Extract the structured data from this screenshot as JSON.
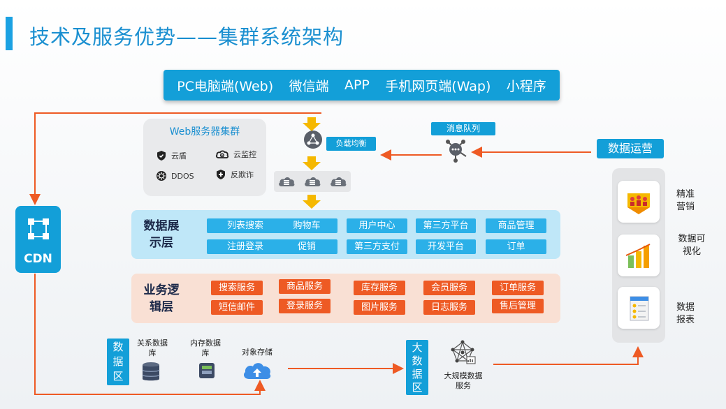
{
  "title": "技术及服务优势——集群系统架构",
  "clients": [
    "PC电脑端(Web)",
    "微信端",
    "APP",
    "手机网页端(Wap)",
    "小程序"
  ],
  "web_cluster": {
    "title": "Web服务器集群",
    "items": [
      {
        "label": "云盾",
        "icon": "shield-icon"
      },
      {
        "label": "云监控",
        "icon": "cloud-monitor-icon"
      },
      {
        "label": "DDOS",
        "icon": "ddos-icon"
      },
      {
        "label": "反欺诈",
        "icon": "anti-fraud-icon"
      }
    ]
  },
  "load_balance": "负载均衡",
  "message_queue": "消息队列",
  "data_ops": "数据运营",
  "cdn": "CDN",
  "display_layer": {
    "title": "数据展示层",
    "items": [
      "列表搜索",
      "购物车",
      "用户中心",
      "第三方平台",
      "商品管理",
      "注册登录",
      "促销",
      "第三方支付",
      "开发平台",
      "订单"
    ]
  },
  "business_layer": {
    "title": "业务逻辑层",
    "items": [
      "搜索服务",
      "商品服务",
      "库存服务",
      "会员服务",
      "订单服务",
      "短信邮件",
      "登录服务",
      "图片服务",
      "日志服务",
      "售后管理"
    ]
  },
  "data_zone": {
    "title": "数据区",
    "relational_db": "关系数据库",
    "memory_db": "内存数据库",
    "object_storage": "对象存储"
  },
  "big_data_zone": {
    "title": "大数据区",
    "service": "大规模数据服务"
  },
  "right_panel": [
    {
      "label": "精准营销",
      "icon": "precision-marketing-icon"
    },
    {
      "label": "数据可视化",
      "icon": "data-visualization-icon"
    },
    {
      "label": "数据报表",
      "icon": "data-report-icon"
    }
  ],
  "colors": {
    "primary": "#139fd8",
    "accent": "#ee5a24",
    "arrow": "#f5b800"
  }
}
